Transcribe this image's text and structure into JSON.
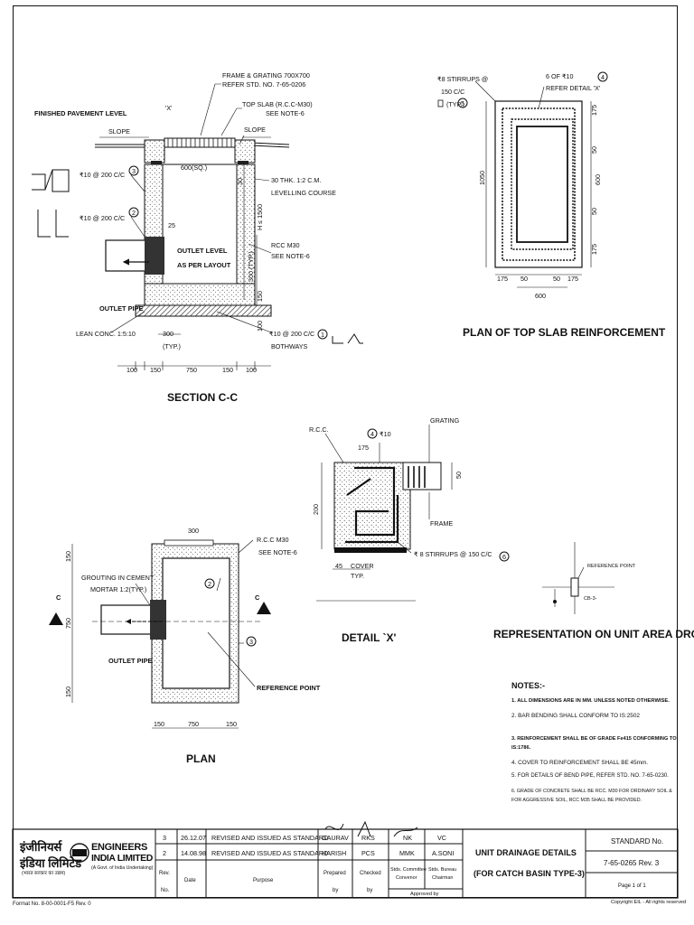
{
  "section_cc": {
    "title": "SECTION C-C",
    "labels": {
      "frame_grating": "FRAME & GRATING 700X700",
      "refer_std": "REFER STD. NO. 7-65-0206",
      "top_slab": "TOP SLAB (R.C.C-M30)",
      "see_note6a": "SEE NOTE-6",
      "slope_right": "SLOPE",
      "detail_x": "'X'",
      "finished_pavement": "FINISHED PAVEMENT LEVEL",
      "slope_left": "SLOPE",
      "size600": "600(SQ.)",
      "bar3": "₹10 @ 200 C/C",
      "bar2": "₹10 @ 200 C/C",
      "dim25": "25",
      "cm30": "30 THK. 1:2 C.M.",
      "levelling": "LEVELLING COURSE",
      "dim30": "30",
      "h1500": "H ≤ 1500",
      "rcc_m30": "RCC M30",
      "see_note6b": "SEE NOTE-6",
      "outlet_level": "OUTLET LEVEL",
      "as_per_layout": "AS PER LAYOUT",
      "dim300typ": "300 (TYP.)",
      "dim150": "150",
      "outlet_pipe": "OUTLET PIPE",
      "lean_conc": "LEAN CONC. 1:5:10",
      "dim300": "300",
      "typ": "(TYP.)",
      "dim100": "100",
      "bar1": "₹10 @ 200 C/C",
      "bothways": "BOTHWAYS",
      "bottom_dims": [
        "100",
        "150",
        "750",
        "150",
        "100"
      ]
    }
  },
  "plan_top_slab": {
    "title": "PLAN OF TOP SLAB REINFORCEMENT",
    "labels": {
      "stirrups": "₹8 STIRRUPS @",
      "stirrup_cc": "150 C/C",
      "stirrup_typ": "(TYP.)",
      "bars": "6 OF ₹10",
      "refer_x": "REFER DETAIL 'X'",
      "dim1050": "1050",
      "dim600v": "600",
      "right_dims": [
        "175",
        "50",
        "50",
        "175"
      ],
      "bottom_dims": [
        "175",
        "50",
        "50",
        "175"
      ],
      "dim600": "600"
    }
  },
  "detail_x": {
    "title": "DETAIL `X'",
    "labels": {
      "rcc": "R.C.C.",
      "bar": "₹10",
      "dim175": "175",
      "grating": "GRATING",
      "dim50": "50",
      "dim200": "200",
      "frame": "FRAME",
      "dim45": "45",
      "cover": "COVER",
      "typ": "TYP.",
      "stirrups": "₹ 8 STIRRUPS @ 150 C/C"
    }
  },
  "plan": {
    "title": "PLAN",
    "labels": {
      "dim300": "300",
      "rcc_m30": "R.C.C M30",
      "see_note6": "SEE NOTE-6",
      "grouting": "GROUTING IN CEMENT",
      "mortar": "MORTAR 1:2(TYP.)",
      "outlet_pipe": "OUTLET PIPE",
      "reference_point": "REFERENCE POINT",
      "left_dims": [
        "150",
        "750",
        "150"
      ],
      "bottom_dims": [
        "150",
        "750",
        "150"
      ],
      "section_mark": "C"
    }
  },
  "representation": {
    "title": "REPRESENTATION ON UNIT AREA DRG.",
    "reference_point": "REFERENCE POINT",
    "tag": "CB-3-"
  },
  "notes": {
    "heading": "NOTES:-",
    "items": [
      "1.  ALL DIMENSIONS ARE IN MM. UNLESS NOTED OTHERWISE.",
      "2.  BAR BENDING SHALL CONFORM TO IS:2502",
      "3.  REINFORCEMENT SHALL BE OF GRADE Fe415 CONFORMING TO",
      "     IS:1786.",
      "4.  COVER TO REINFORCEMENT SHALL BE 45mm.",
      "5.  FOR DETAILS OF BEND PIPE, REFER STD. NO. 7-65-0230.",
      "6.  GRADE OF CONCRETE SHALL BE RCC. M30 FOR ORDINARY SOIL &",
      "     FOR AGGRESSIVE SOIL, RCC M35 SHALL BE PROVIDED."
    ]
  },
  "title_block": {
    "company_hindi_1": "इंजीनियर्स",
    "company_hindi_2": "इंडिया लिमिटेड",
    "company_hindi_3": "(भारत सरकार का उद्यम)",
    "company_en_1": "ENGINEERS",
    "company_en_2": "INDIA LIMITED",
    "company_sub": "(A Govt. of India Undertaking)",
    "rows": [
      {
        "rev": "3",
        "date": "26.12.07",
        "purpose": "REVISED AND ISSUED AS STANDARD",
        "prepared": "GAURAV",
        "checked": "RKS",
        "convenor": "NK",
        "chairman": "VC"
      },
      {
        "rev": "2",
        "date": "14.08.98",
        "purpose": "REVISED AND ISSUED AS STANDARD",
        "prepared": "HARISH",
        "checked": "PCS",
        "convenor": "MMK",
        "chairman": "A.SONI"
      }
    ],
    "hdr_rev": "Rev.",
    "hdr_no": "No.",
    "hdr_date": "Date",
    "hdr_purpose": "Purpose",
    "hdr_prepared": "Prepared",
    "hdr_checked": "Checked",
    "hdr_by": "by",
    "hdr_convenor_1": "Stds. Committee",
    "hdr_convenor_2": "Convenor",
    "hdr_chairman_1": "Stds. Bureau",
    "hdr_chairman_2": "Chairman",
    "hdr_approved": "Approved by",
    "drawing_title_1": "UNIT DRAINAGE DETAILS",
    "drawing_title_2": "(FOR CATCH BASIN TYPE-3)",
    "std_label": "STANDARD No.",
    "std_no": "7-65-0265 Rev. 3",
    "page": "Page 1 of 1"
  },
  "footer": {
    "format_no": "Format No. 8-00-0001-F5 Rev. 0",
    "copyright": "Copyright EIL - All rights reserved"
  }
}
